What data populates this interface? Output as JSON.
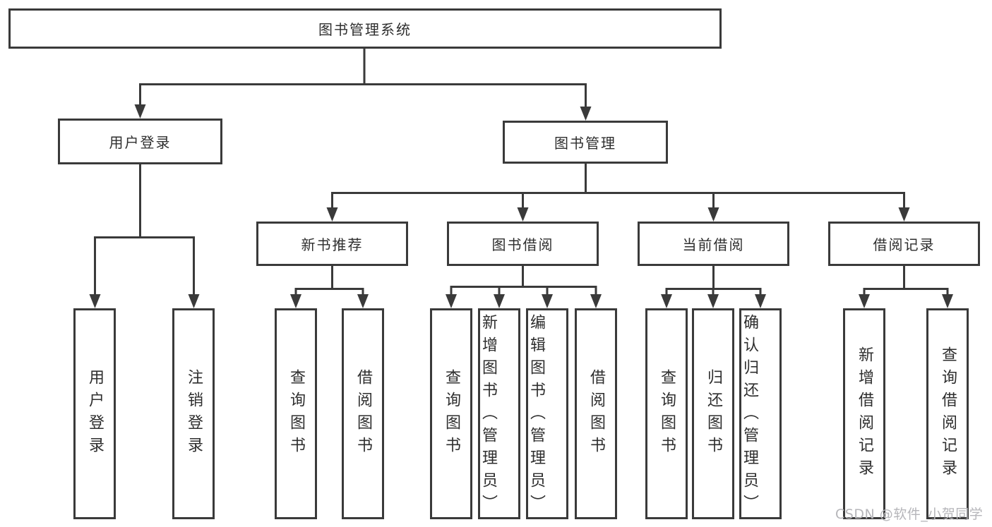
{
  "watermark": "CSDN @软件_小贺同学",
  "colors": {
    "line": "#3a3a3a",
    "text": "#2e2e2e",
    "watermark_text": "#b6b6ba",
    "background": "#ffffff"
  },
  "tree": {
    "root": {
      "label": "图书管理系统"
    },
    "login": {
      "label": "用户登录",
      "children": [
        {
          "label": "用户登录"
        },
        {
          "label": "注销登录"
        }
      ]
    },
    "management": {
      "label": "图书管理",
      "groups": [
        {
          "label": "新书推荐",
          "children": [
            {
              "label": "查询图书"
            },
            {
              "label": "借阅图书"
            }
          ]
        },
        {
          "label": "图书借阅",
          "children": [
            {
              "label": "查询图书"
            },
            {
              "label": "新增图书（管理员）"
            },
            {
              "label": "编辑图书（管理员）"
            },
            {
              "label": "借阅图书"
            }
          ]
        },
        {
          "label": "当前借阅",
          "children": [
            {
              "label": "查询图书"
            },
            {
              "label": "归还图书"
            },
            {
              "label": "确认归还（管理员）"
            }
          ]
        },
        {
          "label": "借阅记录",
          "children": [
            {
              "label": "新增借阅记录"
            },
            {
              "label": "查询借阅记录"
            }
          ]
        }
      ]
    }
  }
}
